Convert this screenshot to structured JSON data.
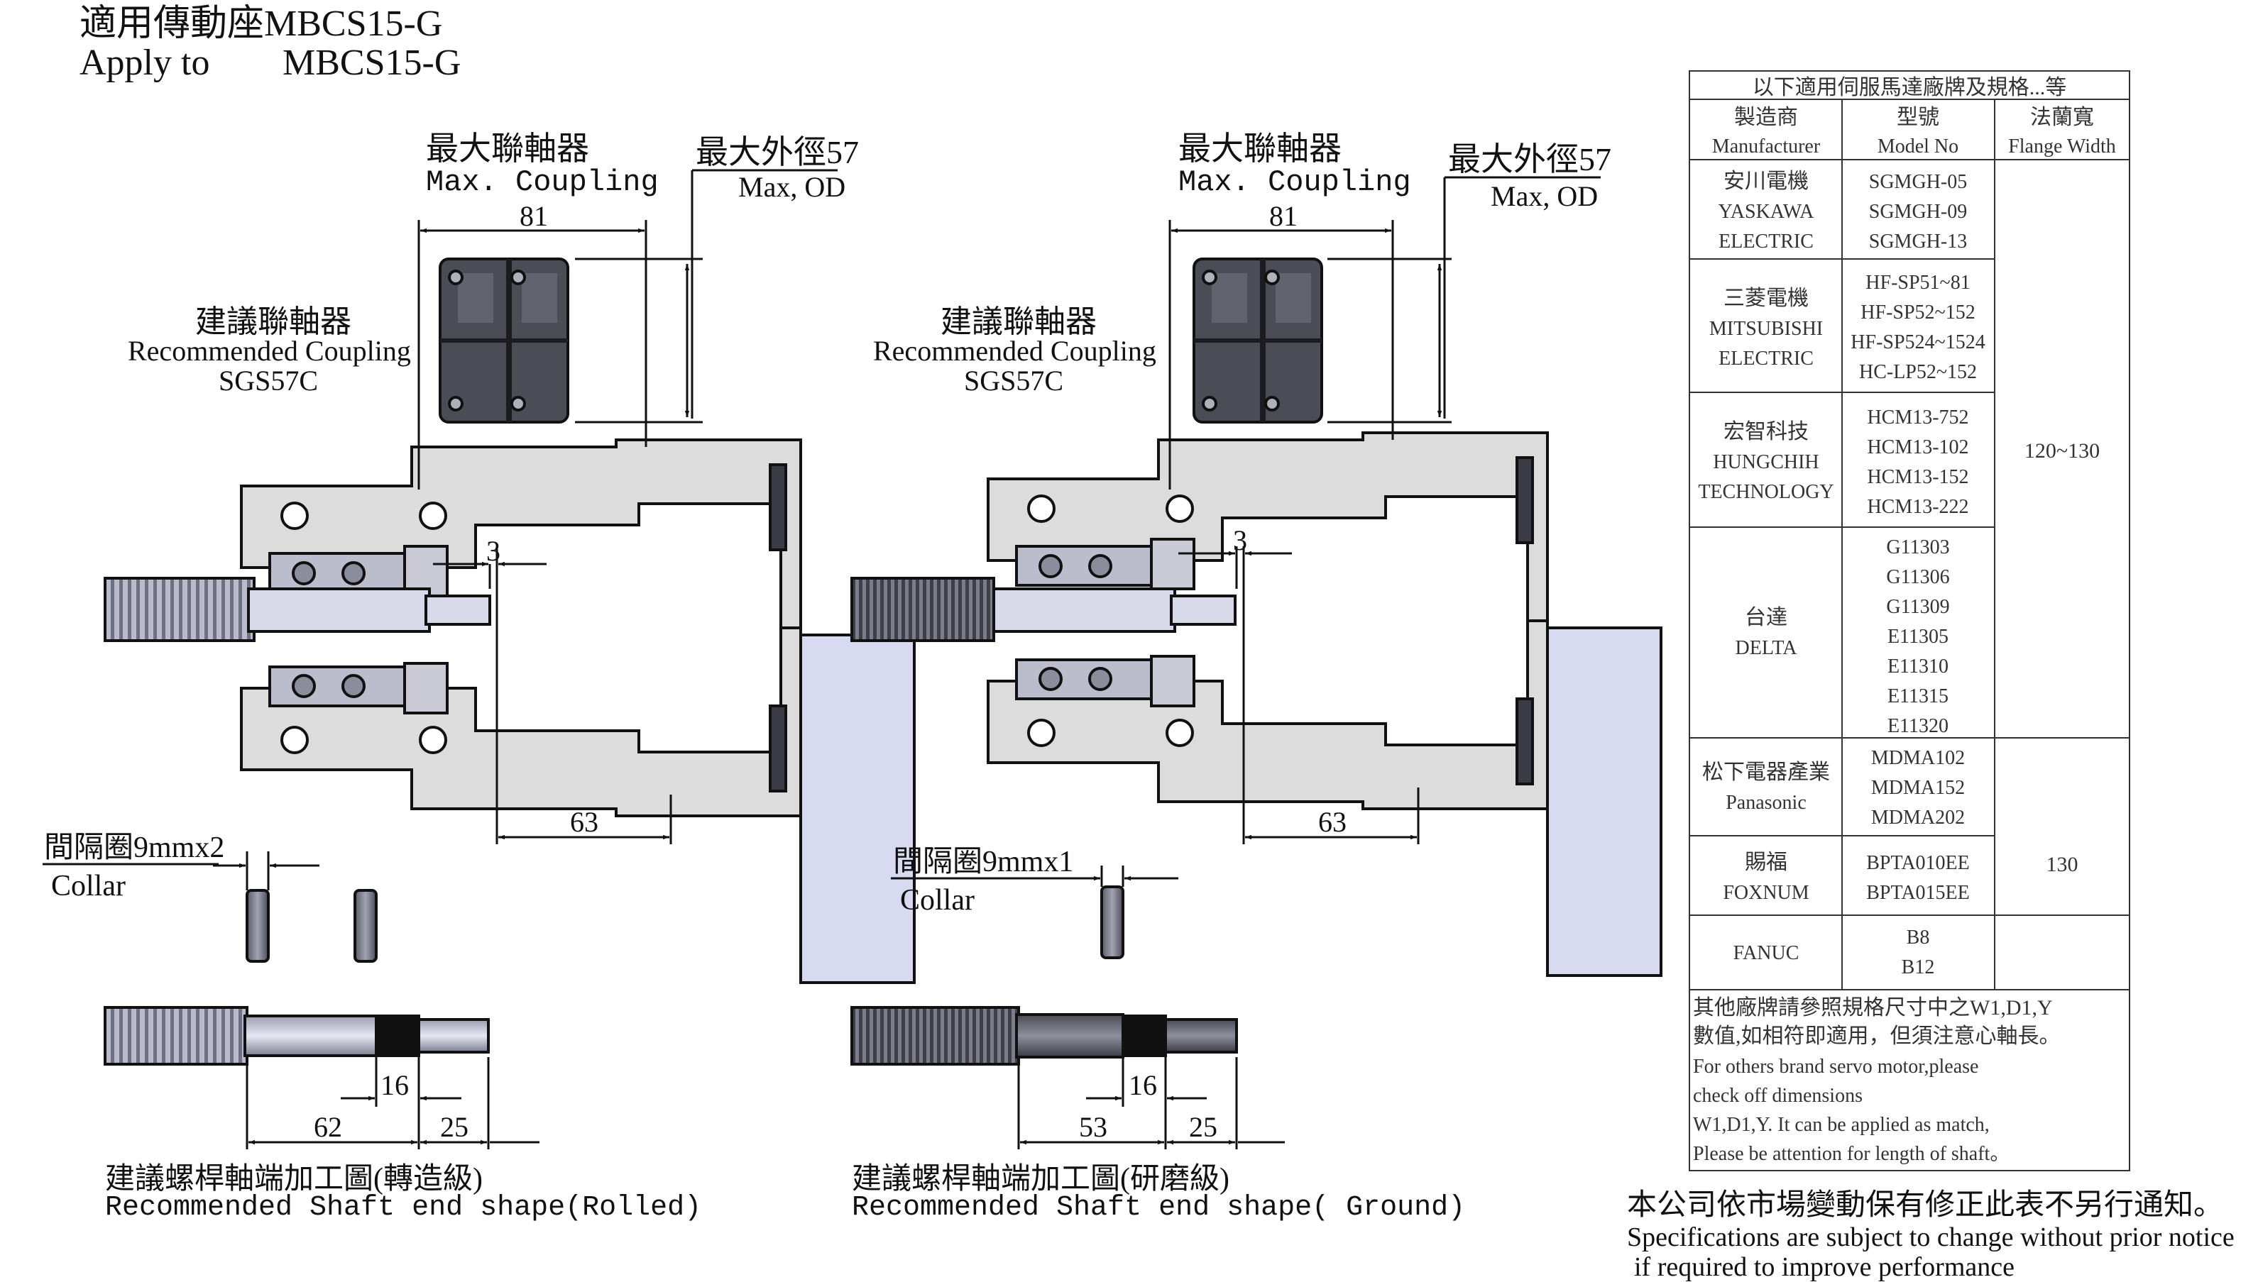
{
  "header": {
    "title_zh": "適用傳動座MBCS15-G",
    "apply_label": "Apply to",
    "apply_model": "MBCS15-G"
  },
  "left_view": {
    "max_coupling_zh": "最大聯軸器",
    "max_coupling_en": "Max. Coupling",
    "max_od_zh": "最大外徑57",
    "max_od_en": "Max, OD",
    "dim_coupling": "81",
    "rec_coupling_zh": "建議聯軸器",
    "rec_coupling_en": "Recommended Coupling",
    "rec_coupling_model": "SGS57C",
    "dim_gap": "3",
    "dim_depth": "63",
    "collar_zh": "間隔圈9mmx2",
    "collar_en": "Collar",
    "dim_16": "16",
    "dim_total": "62",
    "dim_25": "25",
    "shaft_zh": "建議螺桿軸端加工圖(轉造級)",
    "shaft_en": "Recommended Shaft end shape(Rolled)"
  },
  "right_view": {
    "max_coupling_zh": "最大聯軸器",
    "max_coupling_en": "Max. Coupling",
    "max_od_zh": "最大外徑57",
    "max_od_en": "Max, OD",
    "dim_coupling": "81",
    "rec_coupling_zh": "建議聯軸器",
    "rec_coupling_en": "Recommended Coupling",
    "rec_coupling_model": "SGS57C",
    "dim_gap": "3",
    "dim_depth": "63",
    "collar_zh": "間隔圈9mmx1",
    "collar_en": "Collar",
    "dim_16": "16",
    "dim_total": "53",
    "dim_25": "25",
    "shaft_zh": "建議螺桿軸端加工圖(研磨級)",
    "shaft_en": "Recommended Shaft end shape( Ground)"
  },
  "table": {
    "caption": "以下適用伺服馬達廠牌及規格...等",
    "headers": [
      {
        "zh": "製造商",
        "en": "Manufacturer"
      },
      {
        "zh": "型號",
        "en": "Model No"
      },
      {
        "zh": "法蘭寬",
        "en": "Flange Width"
      }
    ],
    "brands": [
      {
        "name": [
          "安川電機",
          "YASKAWA",
          "ELECTRIC"
        ],
        "models": [
          "SGMGH-05",
          "SGMGH-09",
          "SGMGH-13"
        ]
      },
      {
        "name": [
          "三菱電機",
          "MITSUBISHI",
          "ELECTRIC"
        ],
        "models": [
          "HF-SP51~81",
          "HF-SP52~152",
          "HF-SP524~1524",
          "HC-LP52~152"
        ]
      },
      {
        "name": [
          "宏智科技",
          "HUNGCHIH",
          "TECHNOLOGY"
        ],
        "models": [
          "HCM13-752",
          "HCM13-102",
          "HCM13-152",
          "HCM13-222"
        ]
      },
      {
        "name": [
          "台達",
          "DELTA"
        ],
        "models": [
          "G11303",
          "G11306",
          "G11309",
          "E11305",
          "E11310",
          "E11315",
          "E11320"
        ]
      },
      {
        "name": [
          "松下電器產業",
          "Panasonic"
        ],
        "models": [
          "MDMA102",
          "MDMA152",
          "MDMA202"
        ]
      },
      {
        "name": [
          "賜福",
          "FOXNUM"
        ],
        "models": [
          "BPTA010EE",
          "BPTA015EE"
        ]
      },
      {
        "name": [
          "FANUC"
        ],
        "models": [
          "B8",
          "B12"
        ]
      }
    ],
    "flange_groups": [
      "120~130",
      "130"
    ],
    "note": [
      "其他廠牌請參照規格尺寸中之W1,D1,Y",
      "數值,如相符即適用，但須注意心軸長。",
      "For others brand servo motor,please",
      "check off dimensions",
      "W1,D1,Y. It can be applied as match,",
      "Please be attention for length of shaft。"
    ]
  },
  "footer": {
    "zh": "本公司依市場變動保有修正此表不另行通知。",
    "en1": "Specifications are subject to change without prior notice",
    "en2": "if required to improve performance"
  }
}
